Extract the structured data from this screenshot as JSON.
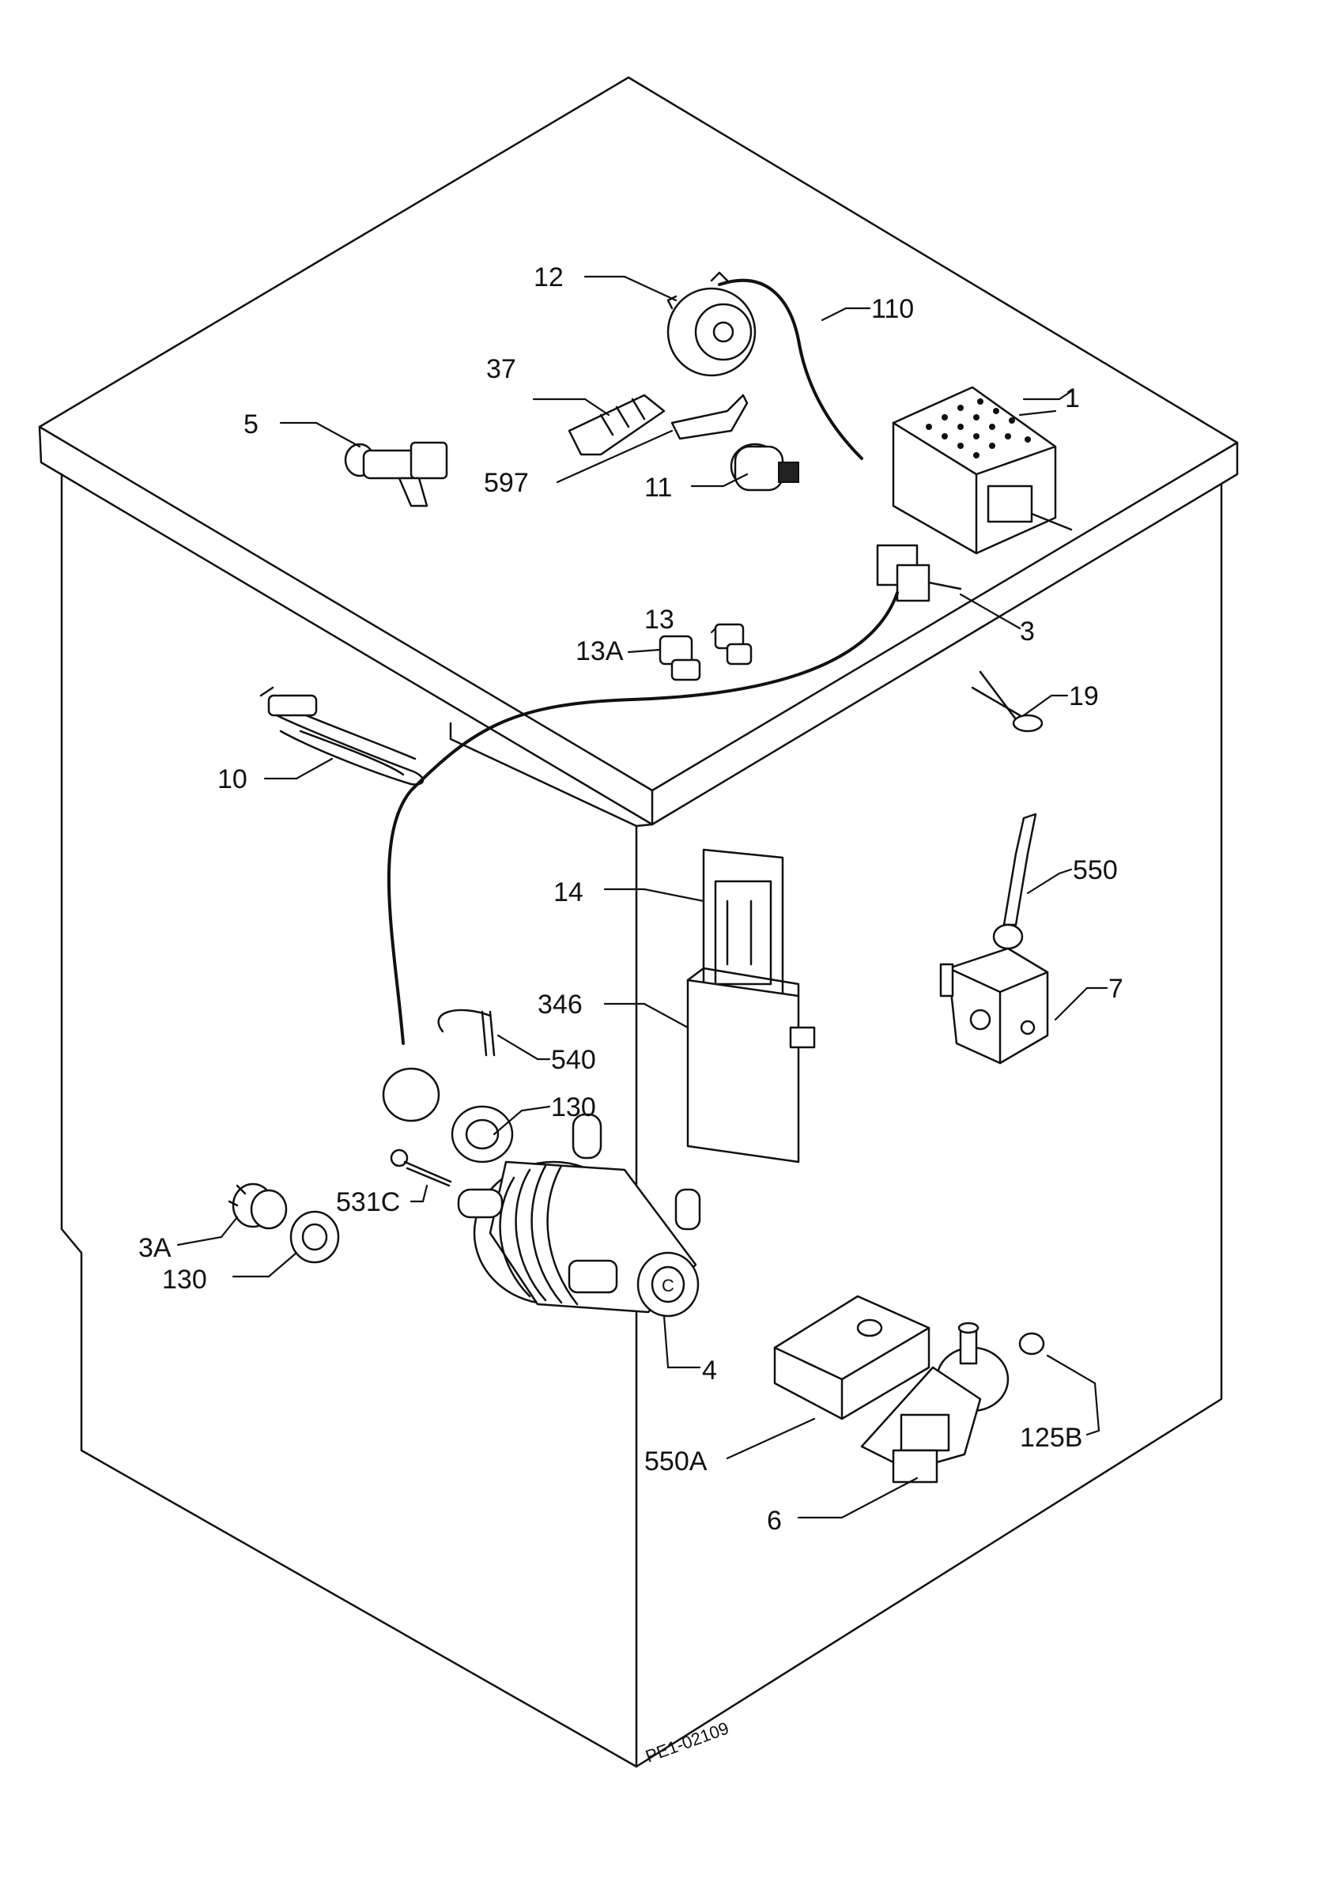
{
  "labels": {
    "l1": "1",
    "l3": "3",
    "l3a": "3A",
    "l4": "4",
    "l5": "5",
    "l6": "6",
    "l7": "7",
    "l10": "10",
    "l11": "11",
    "l12": "12",
    "l13": "13",
    "l13a": "13A",
    "l14": "14",
    "l19": "19",
    "l37": "37",
    "l110": "110",
    "l125b": "125B",
    "l130a": "130",
    "l130b": "130",
    "l346": "346",
    "l531c": "531C",
    "l540": "540",
    "l550": "550",
    "l550a": "550A",
    "l597": "597"
  },
  "drawing_code": "PE1-02109"
}
